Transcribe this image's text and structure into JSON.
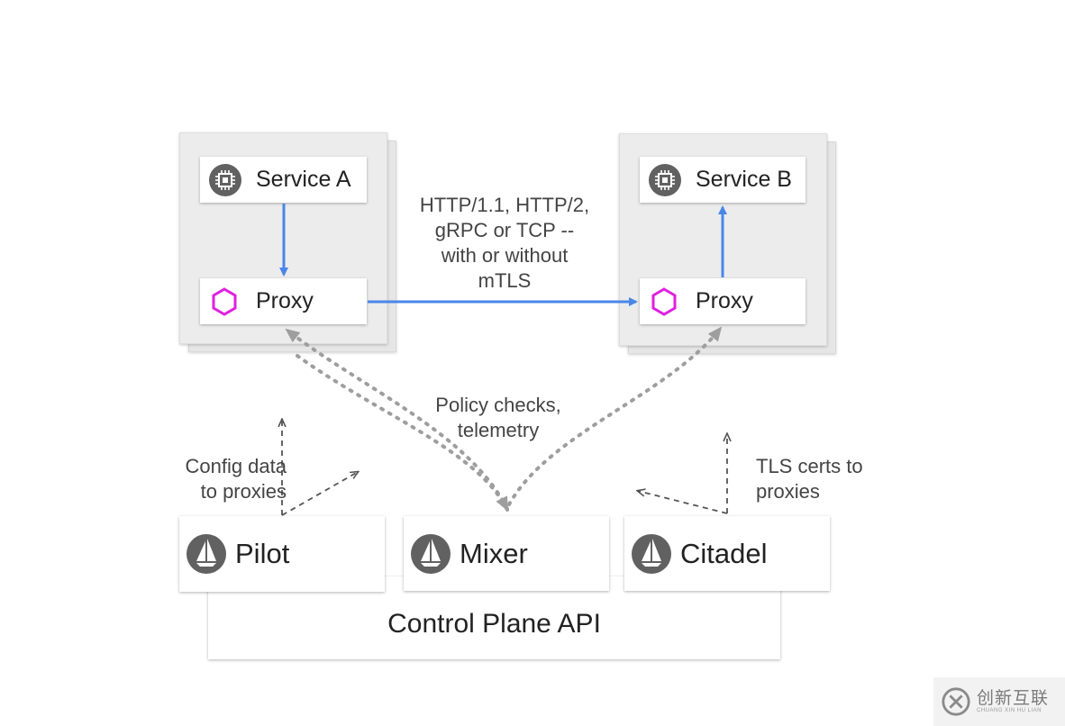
{
  "service_a": {
    "name": "Service A",
    "proxy": "Proxy"
  },
  "service_b": {
    "name": "Service B",
    "proxy": "Proxy"
  },
  "labels": {
    "protocol": [
      "HTTP/1.1, HTTP/2,",
      "gRPC or TCP --",
      "with or without",
      "mTLS"
    ],
    "policy": [
      "Policy checks,",
      "telemetry"
    ],
    "config": [
      "Config data",
      "to proxies"
    ],
    "tls": [
      "TLS certs to",
      "proxies"
    ]
  },
  "control_plane": {
    "pilot": "Pilot",
    "mixer": "Mixer",
    "citadel": "Citadel",
    "api": "Control Plane API"
  },
  "watermark": {
    "text": "创新互联",
    "sub": "CHUANG XIN HU LIAN"
  },
  "colors": {
    "arrow_blue": "#4a86e8",
    "proxy_magenta": "#e020e0",
    "icon_gray": "#616161",
    "dotted_gray": "#999999",
    "dashed_gray": "#555555"
  },
  "icons": {
    "service": "chip-icon",
    "proxy": "hexagon-icon",
    "control": "sail-icon",
    "watermark": "logo-icon"
  }
}
